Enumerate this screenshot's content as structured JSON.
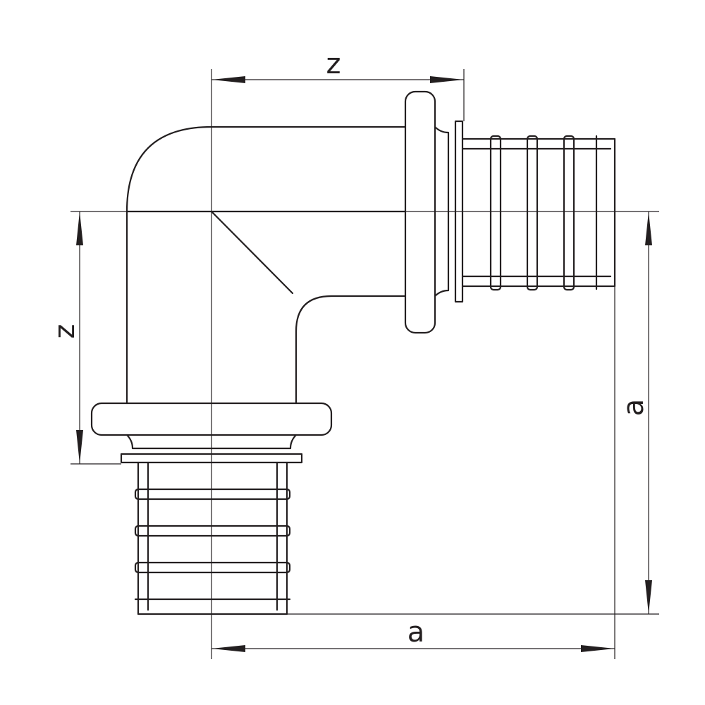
{
  "drawing": {
    "dimensions": {
      "z_horizontal": "z",
      "z_vertical": "z",
      "a_horizontal": "a",
      "a_vertical": "a"
    },
    "colors": {
      "line": "#231f20",
      "background": "#ffffff"
    }
  }
}
